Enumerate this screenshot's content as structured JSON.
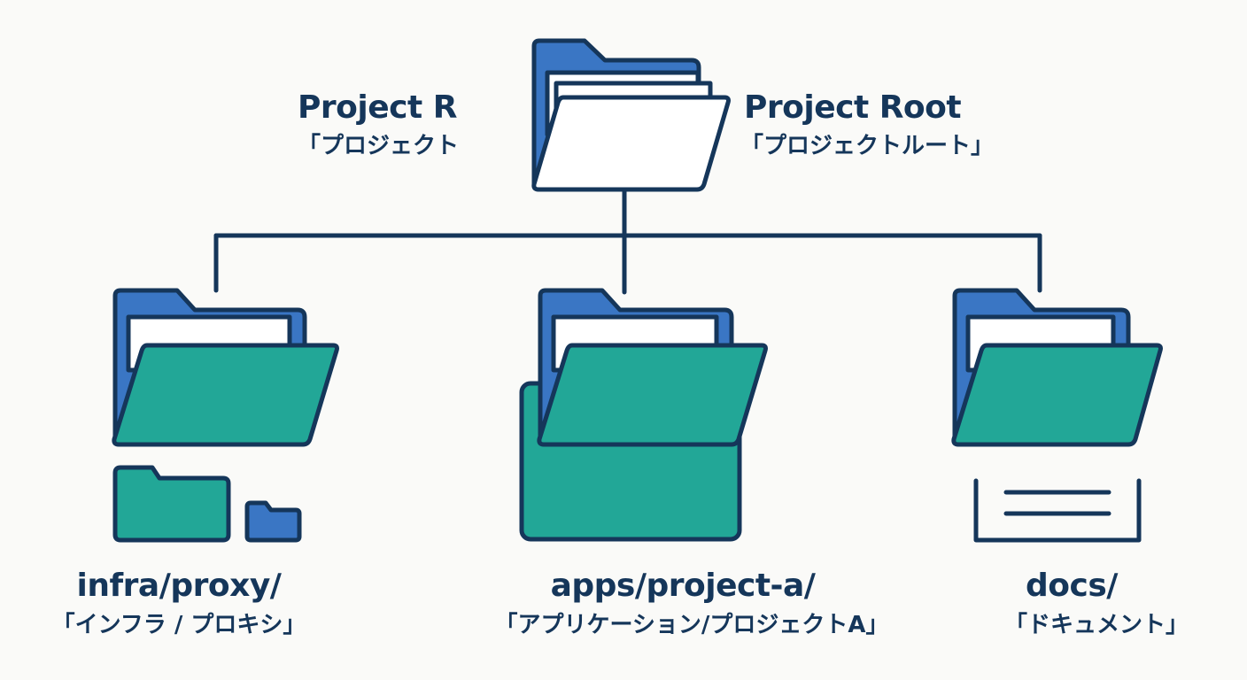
{
  "colors": {
    "outline": "#15365a",
    "folder_back": "#3a76c4",
    "folder_front": "#22a797",
    "paper": "#ffffff",
    "background": "#fafaf8"
  },
  "root": {
    "ghost_title": "Project R",
    "ghost_subtitle": "「プロジェクト",
    "title": "Project Root",
    "subtitle": "「プロジェクトルート」",
    "icon": "open-folder-white"
  },
  "children": [
    {
      "title": "infra/proxy/",
      "subtitle": "「インフラ / プロキシ」",
      "icon": "open-folder-teal",
      "extra": "two-small-folders"
    },
    {
      "title": "apps/project-a/",
      "subtitle": "「アプリケーション/プロジェクトA」",
      "icon": "open-folder-teal",
      "extra": "large-folder-body"
    },
    {
      "title": "docs/",
      "subtitle": "「ドキュメント」",
      "icon": "open-folder-teal",
      "extra": "document-tray"
    }
  ]
}
